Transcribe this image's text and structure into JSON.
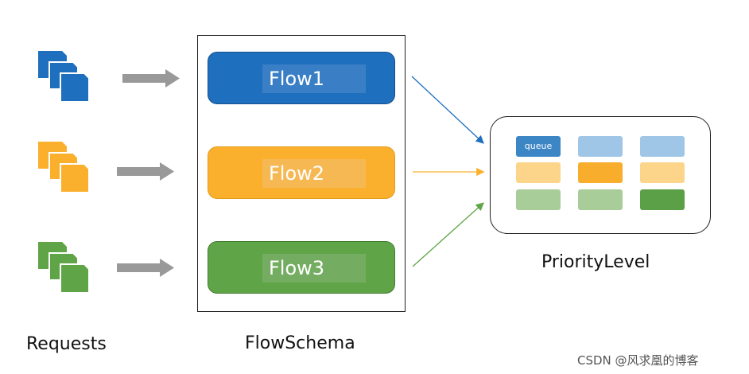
{
  "requests_label": "Requests",
  "flowschema_label": "FlowSchema",
  "prioritylevel_label": "PriorityLevel",
  "flows": [
    {
      "label": "Flow1",
      "fill": "#1f6fbf",
      "label_bg": "#3a7fc6",
      "text_color": "#ffffff",
      "border": "#164f8c"
    },
    {
      "label": "Flow2",
      "fill": "#fbb02d",
      "label_bg": "#f6b853",
      "text_color": "#ffffff",
      "border": "#e39b1c"
    },
    {
      "label": "Flow3",
      "fill": "#5fa547",
      "label_bg": "#74ad61",
      "text_color": "#ffffff",
      "border": "#417c30"
    }
  ],
  "request_colors": [
    "#1f6fbf",
    "#fbb02d",
    "#5fa547"
  ],
  "queue_label": "queue",
  "queue_grid": [
    [
      "#3d86c6",
      "#9fc6e6",
      "#9fc6e6"
    ],
    [
      "#fcd58b",
      "#f8ad2c",
      "#fcd58b"
    ],
    [
      "#a9cd99",
      "#a9cd99",
      "#5b9f47"
    ]
  ],
  "arrow_gray": "#999999",
  "watermark": "CSDN @风求凰的博客"
}
